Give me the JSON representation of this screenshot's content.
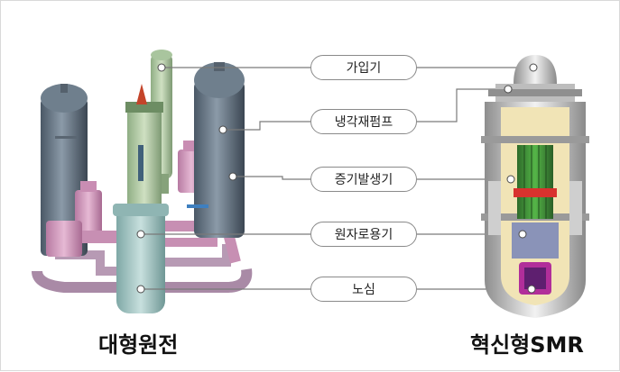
{
  "labels": [
    "가입기",
    "냉각재펌프",
    "증기발생기",
    "원자로용기",
    "노심"
  ],
  "captions": {
    "left": "대형원전",
    "right": "혁신형SMR"
  }
}
